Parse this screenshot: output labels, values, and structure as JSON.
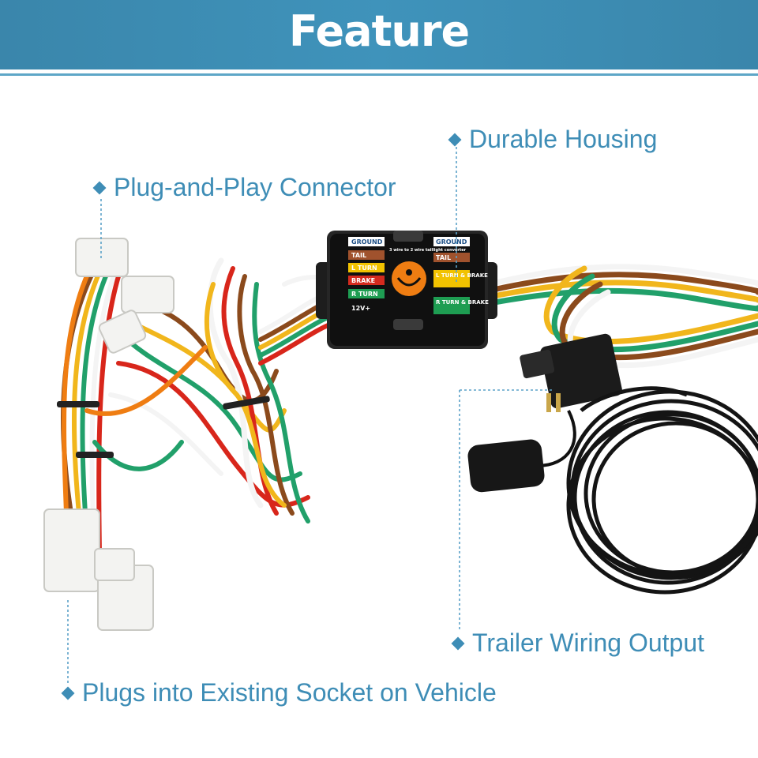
{
  "header": {
    "title": "Feature",
    "background_color": "#3f93bb"
  },
  "callouts": {
    "durable_housing": "Durable Housing",
    "plug_and_play": "Plug-and-Play Connector",
    "trailer_output": "Trailer Wiring Output",
    "plugs_into_socket": "Plugs into Existing Socket on Vehicle"
  },
  "converter_box": {
    "center_text": "3 wire to 2 wire taillight converter",
    "left_labels": [
      "GROUND",
      "TAIL",
      "L TURN",
      "BRAKE",
      "R TURN",
      "12V+"
    ],
    "right_labels": [
      "GROUND",
      "TAIL",
      "L TURN & BRAKE",
      "R TURN & BRAKE"
    ],
    "label_colors": [
      "#ffffff",
      "#a0522d",
      "#f2c200",
      "#d42a1e",
      "#1e9d52",
      "#000000"
    ]
  },
  "colors": {
    "accent": "#3e8db6",
    "wire_white": "#f4f4f4",
    "wire_brown": "#8b4a1c",
    "wire_yellow": "#f1b61c",
    "wire_green": "#21a06a",
    "wire_red": "#d8261b",
    "wire_orange": "#ef7d12"
  }
}
